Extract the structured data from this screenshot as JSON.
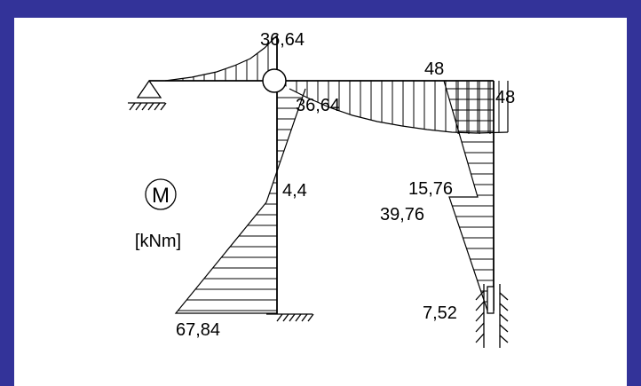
{
  "diagram": {
    "symbol": "M",
    "unit": "[kNm]",
    "values": {
      "beam_left_max": "36,64",
      "column_top": "36,64",
      "right_corner_beam": "48",
      "right_corner_column": "48",
      "column_mid": "4,4",
      "column_base": "67,84",
      "right_column_upper": "15,76",
      "right_column_lower": "39,76",
      "right_column_base": "7,52"
    }
  }
}
